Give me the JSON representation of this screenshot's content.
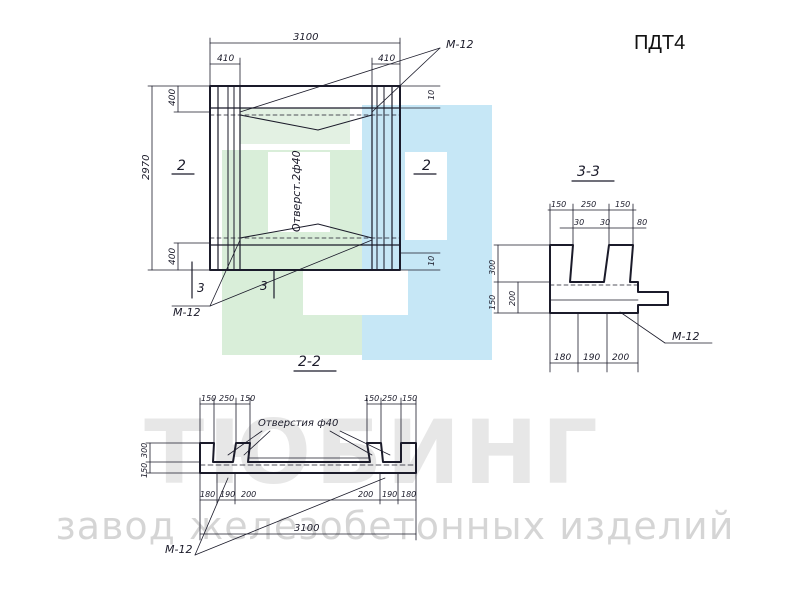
{
  "title": "ПДТ4",
  "watermark": {
    "brand": "ТЮБИНГ",
    "tagline": "завод железобетонных изделий",
    "logo_colors": [
      "#cfe8cf",
      "#bfe3f5",
      "#d7ecd7"
    ]
  },
  "plan": {
    "dim_overall_width": "3100",
    "dim_left_edge": "410",
    "dim_right_edge": "410",
    "dim_overall_height": "2970",
    "dim_top": "400",
    "dim_bottom": "400",
    "dim_small_top": "10",
    "dim_small_bottom": "10",
    "label_rebar_top": "М-12",
    "label_rebar_bottom": "М-12",
    "label_holes": "Отверст.2ф40",
    "section_mark_2_left": "2",
    "section_mark_2_right": "2",
    "section_mark_3_left": "3",
    "section_mark_3_right": "3"
  },
  "section_3_3": {
    "title": "3-3",
    "dims_top": [
      "150",
      "250",
      "150"
    ],
    "dims_small": [
      "30",
      "30",
      "80"
    ],
    "dim_height_300": "300",
    "dim_height_200": "200",
    "dim_height_150": "150",
    "dims_bottom": [
      "180",
      "190",
      "200"
    ],
    "label_rebar": "М-12"
  },
  "section_2_2": {
    "title": "2-2",
    "dims_top_left": [
      "150",
      "250",
      "150"
    ],
    "dims_top_right": [
      "150",
      "250",
      "150"
    ],
    "label_holes": "Отверстия ф40",
    "dim_height_300": "300",
    "dim_height_150": "150",
    "dims_bottom_left": [
      "180",
      "190",
      "200"
    ],
    "dims_bottom_right": [
      "200",
      "190",
      "180"
    ],
    "dim_overall": "3100",
    "label_rebar": "М-12"
  }
}
